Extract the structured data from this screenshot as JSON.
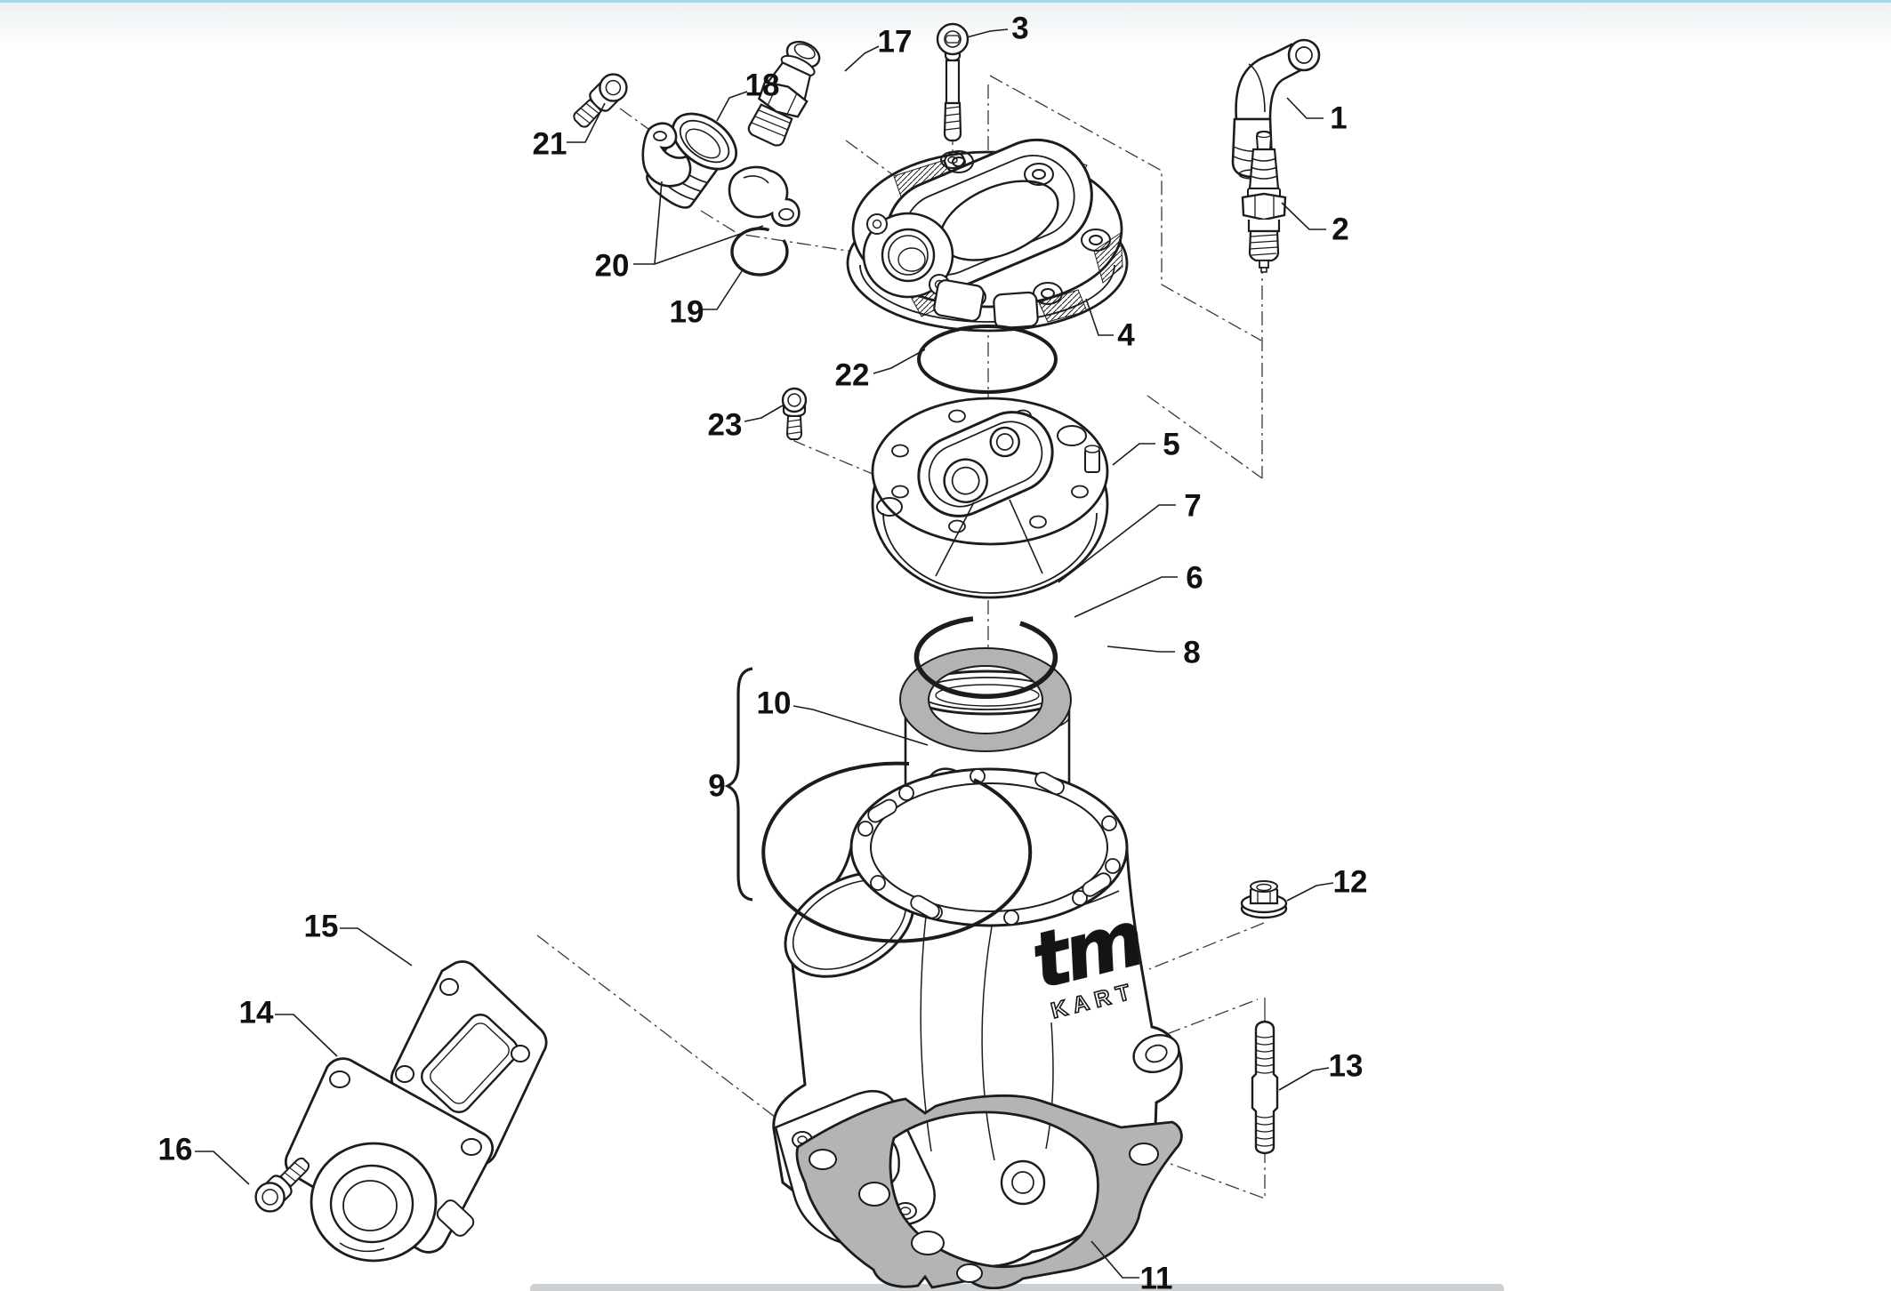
{
  "page": {
    "top_accent_color": "#a9d8ec",
    "band_color": "#eef1f4",
    "canvas_color": "#ffffff",
    "footer_bar_color": "#cdd0d2"
  },
  "diagram": {
    "type": "exploded-parts-diagram",
    "line_color": "#1c1c1c",
    "gasket_fill": "#b4b4b4",
    "oring_fill": "#b3b3b3",
    "logo": {
      "brand": "tm",
      "model_line": "KART"
    },
    "callouts": [
      {
        "label": "1"
      },
      {
        "label": "2"
      },
      {
        "label": "3"
      },
      {
        "label": "4"
      },
      {
        "label": "5"
      },
      {
        "label": "6"
      },
      {
        "label": "7"
      },
      {
        "label": "8"
      },
      {
        "label": "9"
      },
      {
        "label": "10"
      },
      {
        "label": "11"
      },
      {
        "label": "12"
      },
      {
        "label": "13"
      },
      {
        "label": "14"
      },
      {
        "label": "15"
      },
      {
        "label": "16"
      },
      {
        "label": "17"
      },
      {
        "label": "18"
      },
      {
        "label": "19"
      },
      {
        "label": "20"
      },
      {
        "label": "21"
      },
      {
        "label": "22"
      },
      {
        "label": "23"
      }
    ]
  }
}
